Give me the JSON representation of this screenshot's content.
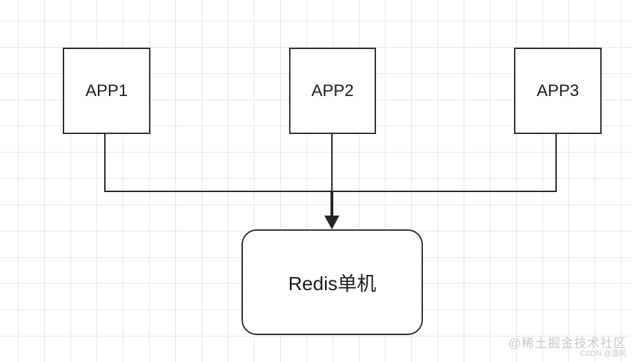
{
  "colors": {
    "bg": "#ffffff",
    "grid": "#e6e6e6",
    "node-border": "#2b2b2b",
    "node-fill": "#ffffff",
    "node-text": "#1c1c1c",
    "edge": "#242424",
    "watermark": "#c9c9c9"
  },
  "diagram": {
    "type": "flowchart",
    "nodes": [
      {
        "id": "app1",
        "label": "APP1",
        "shape": "rectangle"
      },
      {
        "id": "app2",
        "label": "APP2",
        "shape": "rectangle"
      },
      {
        "id": "app3",
        "label": "APP3",
        "shape": "rectangle"
      },
      {
        "id": "redis",
        "label": "Redis单机",
        "shape": "rounded-rectangle"
      }
    ],
    "edges": [
      {
        "from": "app1",
        "to": "redis",
        "arrow": false
      },
      {
        "from": "app2",
        "to": "redis",
        "arrow": true
      },
      {
        "from": "app3",
        "to": "redis",
        "arrow": false
      }
    ],
    "notes": "Three APP nodes merge into one orthogonal connector with a single solid arrowhead pointing at the Redis node"
  },
  "watermark": {
    "line1": "@稀土掘金技术社区",
    "line2": "CSDN @澄风"
  }
}
